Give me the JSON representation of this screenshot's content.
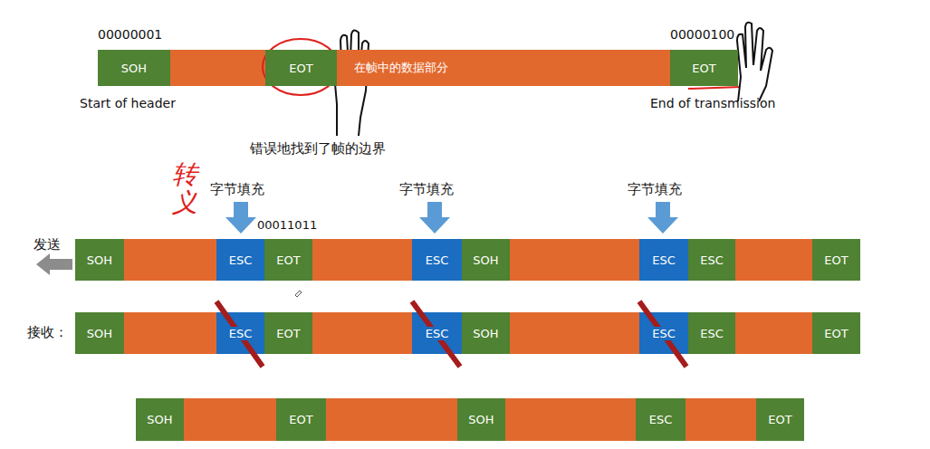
{
  "diagram": {
    "nodes": [
      {
        "text": [
          "SOH"
        ]
      },
      {
        "text": [
          "EOT"
        ]
      },
      {
        "text": [
          "在帧中的数据部分"
        ]
      },
      {
        "text": [
          "EOT"
        ]
      },
      {
        "text": [
          "SOH"
        ]
      },
      {
        "text": [
          "ESC"
        ]
      },
      {
        "text": [
          "EOT"
        ]
      },
      {
        "text": [
          "ESC"
        ]
      },
      {
        "text": [
          "SOH"
        ]
      },
      {
        "text": [
          "ESC"
        ]
      },
      {
        "text": [
          "ESC"
        ]
      },
      {
        "text": [
          "EOT"
        ]
      },
      {
        "text": [
          "SOH"
        ]
      },
      {
        "text": [
          "ESC"
        ]
      },
      {
        "text": [
          "EOT"
        ]
      },
      {
        "text": [
          "ESC"
        ]
      },
      {
        "text": [
          "SOH"
        ]
      },
      {
        "text": [
          "ESC"
        ]
      },
      {
        "text": [
          "ESC"
        ]
      },
      {
        "text": [
          "EOT"
        ]
      },
      {
        "text": [
          "SOH"
        ]
      },
      {
        "text": [
          "EOT"
        ]
      },
      {
        "text": [
          "SOH"
        ]
      },
      {
        "text": [
          "ESC"
        ]
      },
      {
        "text": [
          "EOT"
        ]
      }
    ],
    "labels": [
      "00000001",
      "00000100",
      "Start of header",
      "End of transmission",
      "错误地找到了帧的边界",
      "转义",
      "字节填充",
      "字节填充",
      "字节填充",
      "00011011",
      "发送",
      "接收："
    ]
  }
}
